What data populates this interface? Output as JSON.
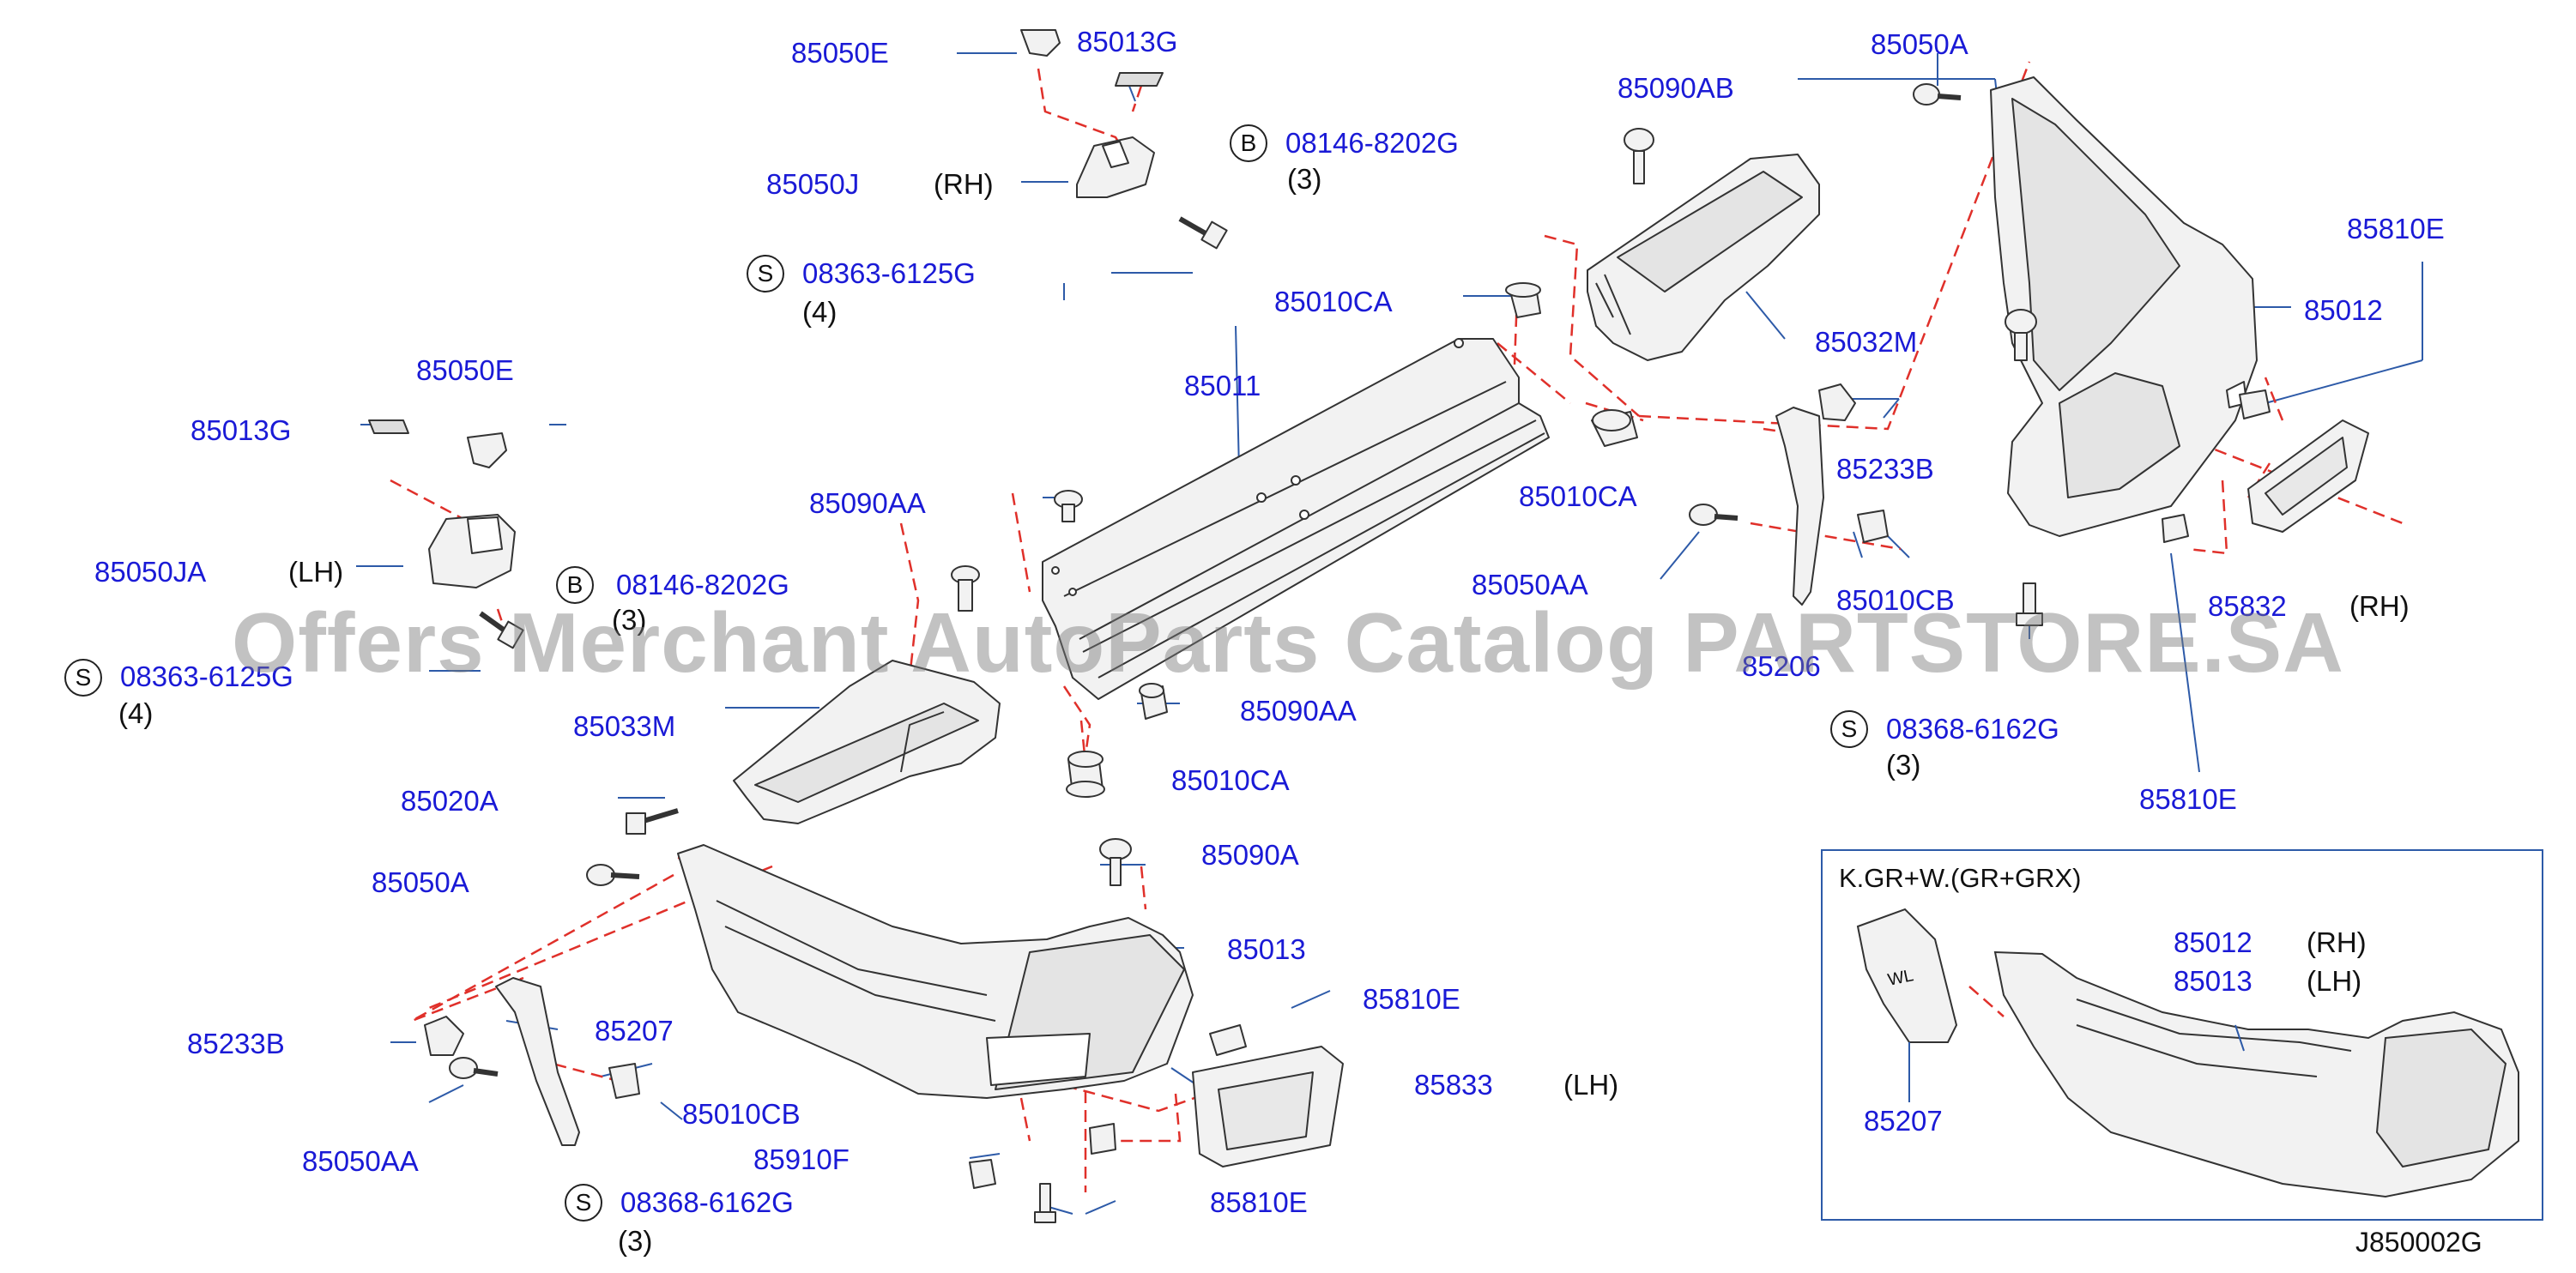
{
  "colors": {
    "label": "#1a1ad6",
    "leader": "#2d5aa8",
    "dash": "#e0302a",
    "part_stroke": "#333333",
    "watermark": "#888888"
  },
  "watermark": "Offers Merchant AutoParts Catalog PARTSTORE.SA",
  "diagram_code": "J850002G",
  "inset": {
    "title": "K.GR+W.(GR+GRX)",
    "part_label": "WL"
  },
  "labels": [
    {
      "id": "85050E_top",
      "text": "85050E"
    },
    {
      "id": "85013G_top",
      "text": "85013G"
    },
    {
      "id": "85050J",
      "text": "85050J"
    },
    {
      "id": "rh_85050J",
      "text": "(RH)"
    },
    {
      "id": "08146_top",
      "text": "08146-8202G"
    },
    {
      "id": "08146_top_qty",
      "text": "(3)"
    },
    {
      "id": "08363_top",
      "text": "08363-6125G"
    },
    {
      "id": "08363_top_qty",
      "text": "(4)"
    },
    {
      "id": "85090AB",
      "text": "85090AB"
    },
    {
      "id": "85050A_top",
      "text": "85050A"
    },
    {
      "id": "85810E_right",
      "text": "85810E"
    },
    {
      "id": "85012",
      "text": "85012"
    },
    {
      "id": "85032M",
      "text": "85032M"
    },
    {
      "id": "85010CA_top",
      "text": "85010CA"
    },
    {
      "id": "85011",
      "text": "85011"
    },
    {
      "id": "85050E_left",
      "text": "85050E"
    },
    {
      "id": "85013G_left",
      "text": "85013G"
    },
    {
      "id": "85090AA_left",
      "text": "85090AA"
    },
    {
      "id": "85010CA_mid",
      "text": "85010CA"
    },
    {
      "id": "85233B_right",
      "text": "85233B"
    },
    {
      "id": "85050JA",
      "text": "85050JA"
    },
    {
      "id": "lh_85050JA",
      "text": "(LH)"
    },
    {
      "id": "08146_mid",
      "text": "08146-8202G"
    },
    {
      "id": "08146_mid_qty",
      "text": "(3)"
    },
    {
      "id": "85050AA_right",
      "text": "85050AA"
    },
    {
      "id": "85010CB_right",
      "text": "85010CB"
    },
    {
      "id": "85832",
      "text": "85832"
    },
    {
      "id": "rh_85832",
      "text": "(RH)"
    },
    {
      "id": "08363_left",
      "text": "08363-6125G"
    },
    {
      "id": "08363_left_qty",
      "text": "(4)"
    },
    {
      "id": "85206",
      "text": "85206"
    },
    {
      "id": "85033M",
      "text": "85033M"
    },
    {
      "id": "85090AA_mid",
      "text": "85090AA"
    },
    {
      "id": "08368_right",
      "text": "08368-6162G"
    },
    {
      "id": "08368_right_qty",
      "text": "(3)"
    },
    {
      "id": "85010CA_low",
      "text": "85010CA"
    },
    {
      "id": "85810E_low_right",
      "text": "85810E"
    },
    {
      "id": "85020A",
      "text": "85020A"
    },
    {
      "id": "85050A_left",
      "text": "85050A"
    },
    {
      "id": "85090A",
      "text": "85090A"
    },
    {
      "id": "85013",
      "text": "85013"
    },
    {
      "id": "85810E_mid",
      "text": "85810E"
    },
    {
      "id": "85233B_left",
      "text": "85233B"
    },
    {
      "id": "85207",
      "text": "85207"
    },
    {
      "id": "85833",
      "text": "85833"
    },
    {
      "id": "lh_85833",
      "text": "(LH)"
    },
    {
      "id": "85010CB_left",
      "text": "85010CB"
    },
    {
      "id": "85910F",
      "text": "85910F"
    },
    {
      "id": "85050AA_left",
      "text": "85050AA"
    },
    {
      "id": "85810E_bottom",
      "text": "85810E"
    },
    {
      "id": "08368_left",
      "text": "08368-6162G"
    },
    {
      "id": "08368_left_qty",
      "text": "(3)"
    },
    {
      "id": "inset_85012",
      "text": "85012"
    },
    {
      "id": "inset_rh",
      "text": "(RH)"
    },
    {
      "id": "inset_85013",
      "text": "85013"
    },
    {
      "id": "inset_lh",
      "text": "(LH)"
    },
    {
      "id": "inset_85207",
      "text": "85207"
    }
  ],
  "symbols": [
    {
      "id": "b1",
      "text": "B"
    },
    {
      "id": "s1",
      "text": "S"
    },
    {
      "id": "s2",
      "text": "S"
    },
    {
      "id": "b2",
      "text": "B"
    },
    {
      "id": "s3",
      "text": "S"
    },
    {
      "id": "s4",
      "text": "S"
    }
  ]
}
